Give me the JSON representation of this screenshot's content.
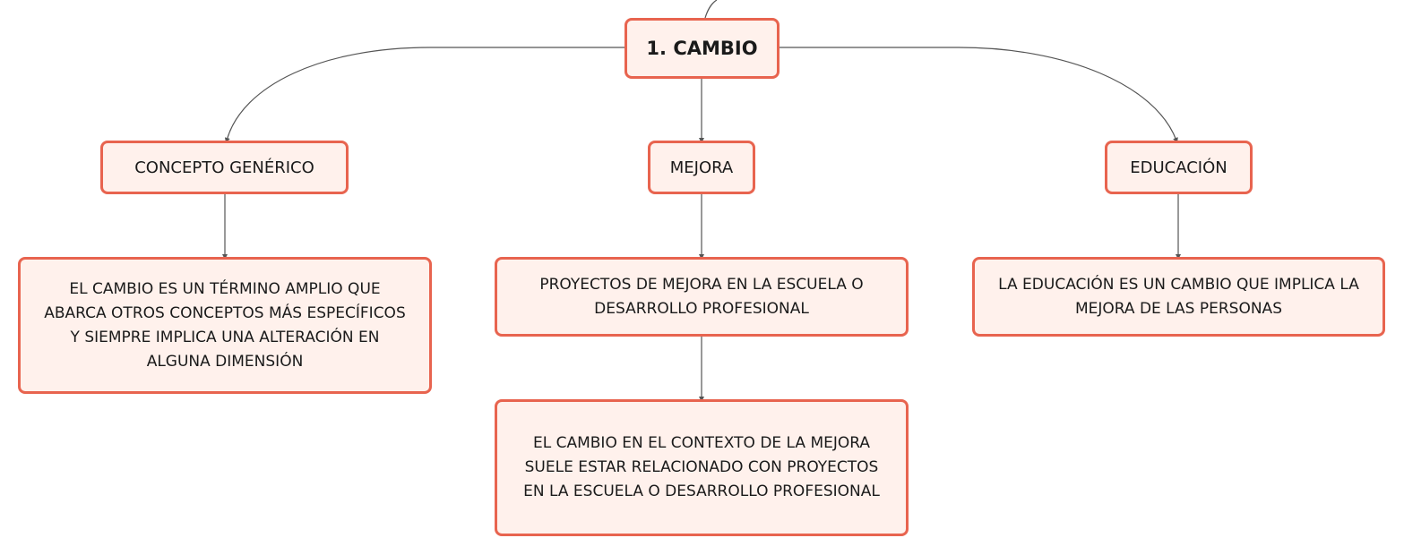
{
  "diagram": {
    "root": {
      "label": "1. CAMBIO"
    },
    "branches": [
      {
        "label": "CONCEPTO GENÉRICO",
        "children": [
          "EL CAMBIO ES UN TÉRMINO AMPLIO QUE\nABARCA OTROS CONCEPTOS MÁS ESPECÍFICOS\nY SIEMPRE IMPLICA UNA ALTERACIÓN EN\nALGUNA DIMENSIÓN"
        ]
      },
      {
        "label": "MEJORA",
        "children": [
          "PROYECTOS DE MEJORA EN LA ESCUELA O\nDESARROLLO PROFESIONAL",
          "EL CAMBIO EN EL CONTEXTO DE LA MEJORA\nSUELE ESTAR RELACIONADO CON PROYECTOS\nEN LA ESCUELA O DESARROLLO PROFESIONAL"
        ]
      },
      {
        "label": "EDUCACIÓN",
        "children": [
          "LA EDUCACIÓN ES UN CAMBIO QUE IMPLICA LA\nMEJORA DE LAS PERSONAS"
        ]
      }
    ],
    "colors": {
      "node_border": "#e8644f",
      "node_fill": "#fff1ec",
      "connector": "#555555",
      "text": "#1a1a1a"
    }
  }
}
